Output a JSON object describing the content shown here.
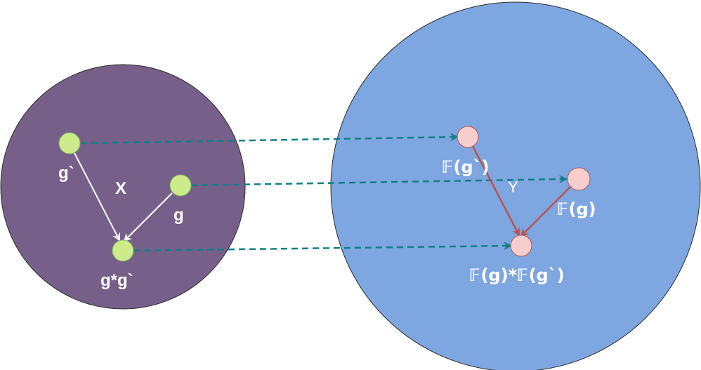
{
  "colors": {
    "left_set_fill": "#76608a",
    "right_set_fill": "#7ea6e0",
    "set_stroke": "#2b2b2b",
    "left_node_fill": "#cdeb8b",
    "left_node_stroke": "#82b366",
    "right_node_fill": "#f8cecc",
    "right_node_stroke": "#b85450",
    "left_arrow": "#ffffff",
    "right_arrow": "#b85450",
    "mapping_arrow": "#0e8088",
    "label": "#ffffff"
  },
  "left_set": {
    "operation_label": "X",
    "nodes": {
      "g_prime": "g`",
      "g": "g",
      "product": "g*g`"
    }
  },
  "right_set": {
    "operation_label": "Y",
    "nodes": {
      "image_g_prime": "𝔽(g`)",
      "image_g": "𝔽(g)",
      "image_product": "𝔽(g)*𝔽(g`)"
    }
  }
}
